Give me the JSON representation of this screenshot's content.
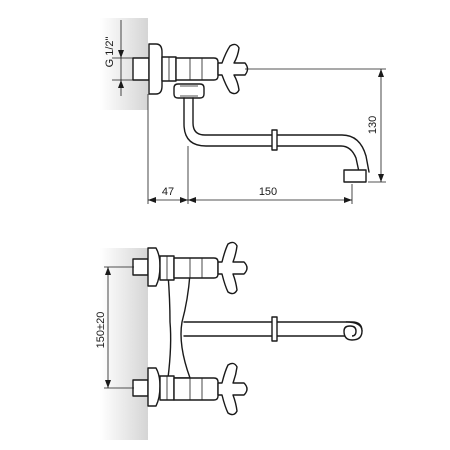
{
  "dimensions": {
    "thread": "G 1/2\"",
    "spout_height": "130",
    "wall_offset": "47",
    "spout_reach": "150",
    "center_distance": "150±20"
  },
  "colors": {
    "line": "#1a1a1a",
    "wall_shade": "#d9d9d9",
    "background": "#ffffff"
  }
}
